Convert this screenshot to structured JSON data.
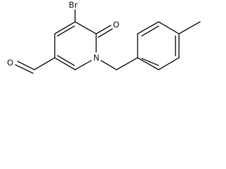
{
  "molecule": {
    "atoms": {
      "bromine": "Br",
      "ketone_oxygen": "O",
      "ring_nitrogen": "N",
      "aldehyde_oxygen": "O"
    }
  },
  "colors": {
    "ink": "#1a1a1a",
    "background": "#ffffff"
  }
}
